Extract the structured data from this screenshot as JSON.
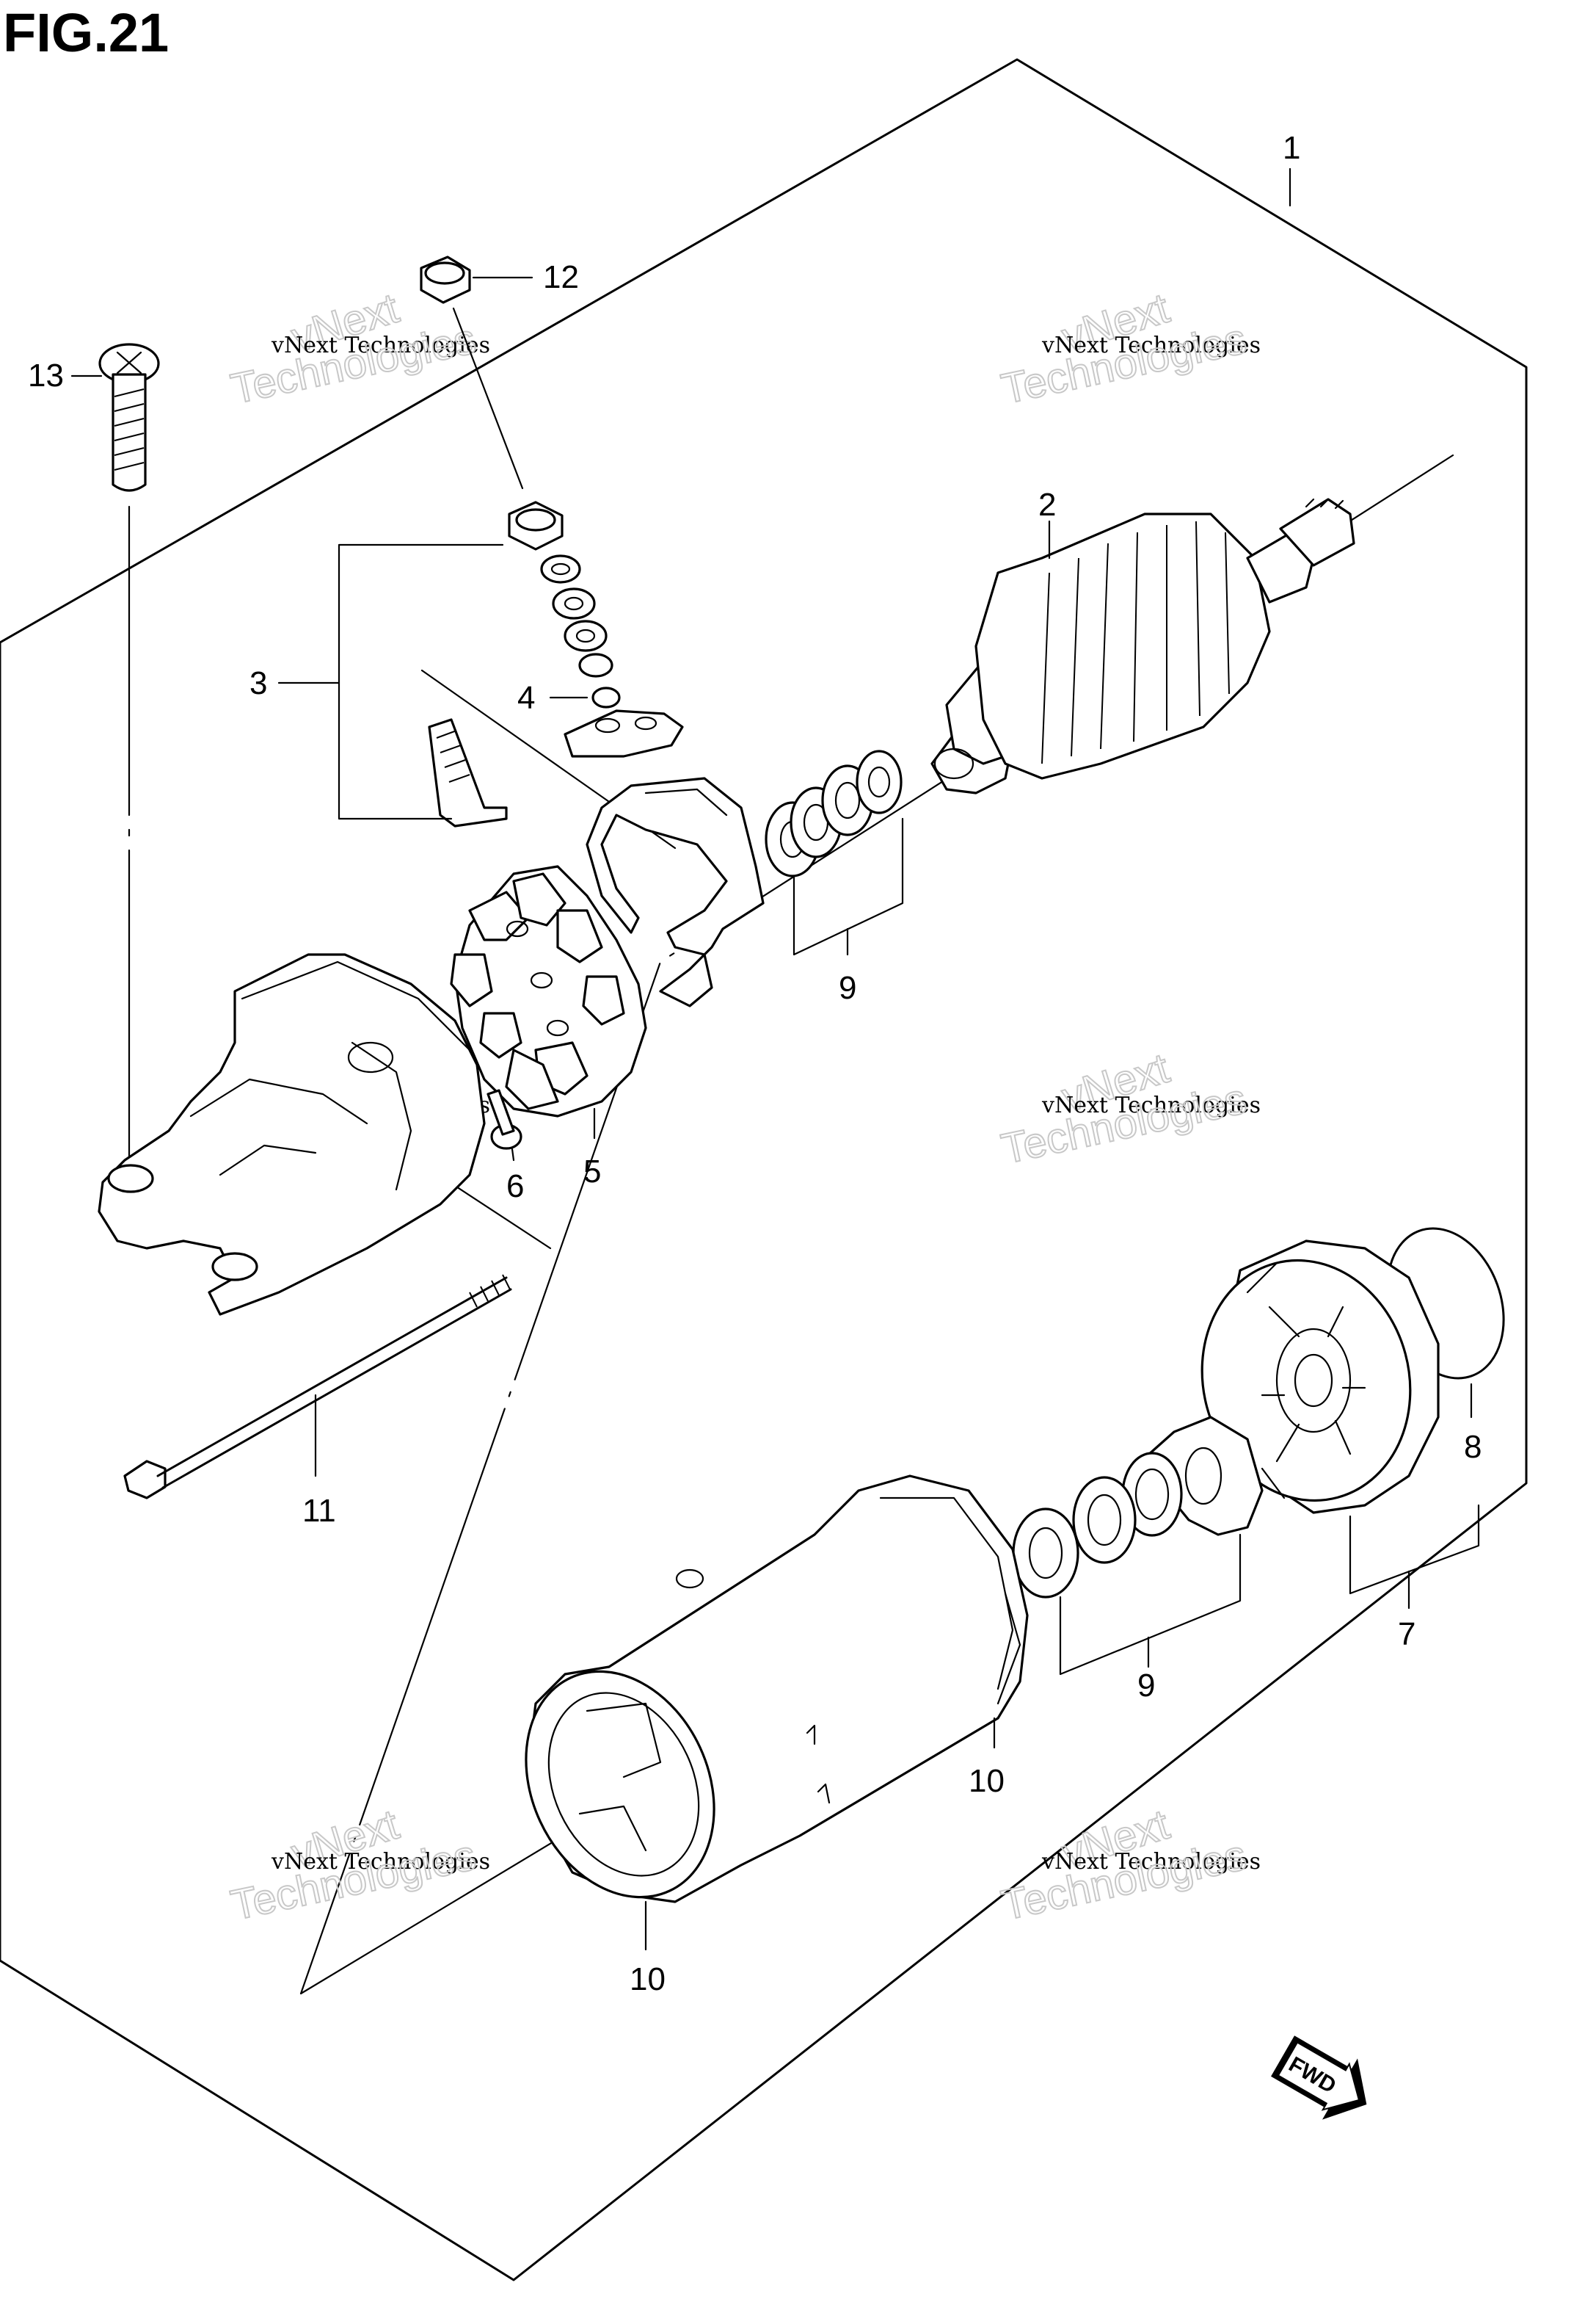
{
  "figure": {
    "title": "FIG.21"
  },
  "callouts": [
    {
      "id": "1",
      "label": "1"
    },
    {
      "id": "2",
      "label": "2"
    },
    {
      "id": "3",
      "label": "3"
    },
    {
      "id": "4",
      "label": "4"
    },
    {
      "id": "5",
      "label": "5"
    },
    {
      "id": "6",
      "label": "6"
    },
    {
      "id": "7",
      "label": "7"
    },
    {
      "id": "8",
      "label": "8"
    },
    {
      "id": "9a",
      "label": "9"
    },
    {
      "id": "9b",
      "label": "9"
    },
    {
      "id": "10a",
      "label": "10"
    },
    {
      "id": "10b",
      "label": "10"
    },
    {
      "id": "11",
      "label": "11"
    },
    {
      "id": "12",
      "label": "12"
    },
    {
      "id": "13",
      "label": "13"
    }
  ],
  "watermark": {
    "brand": "vNext",
    "company": "vNext Technologies",
    "word": "Technologies"
  },
  "fwd_badge": "FWD"
}
